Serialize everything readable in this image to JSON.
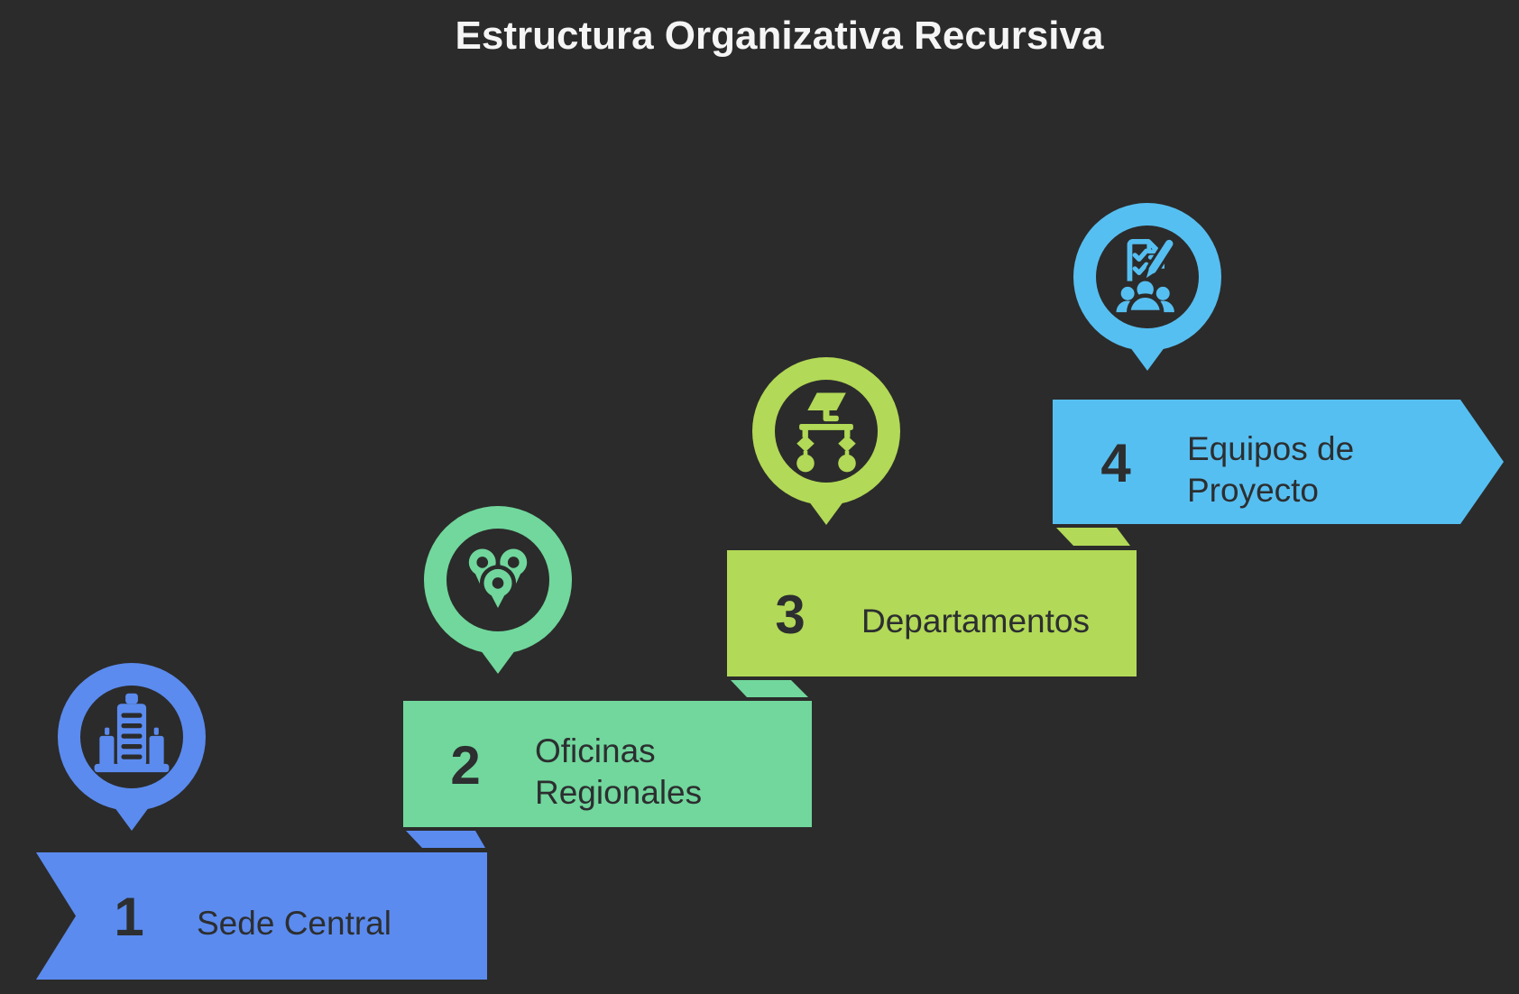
{
  "title": "Estructura Organizativa Recursiva",
  "colors": {
    "background": "#2b2b2b",
    "title_text": "#f5f5f5",
    "step_text": "#2c2e30"
  },
  "steps": [
    {
      "number": "1",
      "label": "Sede Central",
      "label_lines": [
        "Sede Central"
      ],
      "color": "#5b8bef",
      "icon": "building-icon"
    },
    {
      "number": "2",
      "label": "Oficinas Regionales",
      "label_lines": [
        "Oficinas",
        "Regionales"
      ],
      "color": "#71d79c",
      "icon": "map-pins-icon"
    },
    {
      "number": "3",
      "label": "Departamentos",
      "label_lines": [
        "Departamentos"
      ],
      "color": "#b2d957",
      "icon": "org-chart-icon"
    },
    {
      "number": "4",
      "label": "Equipos de Proyecto",
      "label_lines": [
        "Equipos de",
        "Proyecto"
      ],
      "color": "#56bff1",
      "icon": "team-checklist-icon"
    }
  ]
}
